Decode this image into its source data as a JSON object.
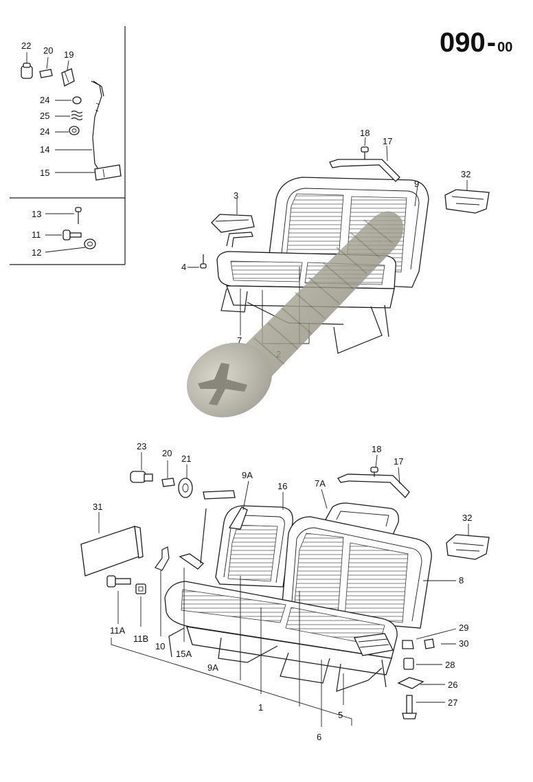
{
  "diagram_code": {
    "main": "090",
    "dash": "-",
    "sub": "00"
  },
  "labels_inset": {
    "p22": "22",
    "p20": "20",
    "p19": "19",
    "p24a": "24",
    "p25": "25",
    "p24b": "24",
    "p14": "14",
    "p15": "15",
    "p13": "13",
    "p11": "11",
    "p12": "12"
  },
  "labels_upper": {
    "p18": "18",
    "p17": "17",
    "p32": "32",
    "p9": "9",
    "p3": "3",
    "p4": "4",
    "p7": "7",
    "p2": "2"
  },
  "labels_lower": {
    "p23": "23",
    "p20": "20",
    "p21": "21",
    "p18": "18",
    "p17": "17",
    "p9A_top": "9A",
    "p16": "16",
    "p7A": "7A",
    "p31": "31",
    "p32": "32",
    "p8": "8",
    "p29": "29",
    "p30": "30",
    "p28": "28",
    "p26": "26",
    "p27": "27",
    "p11A": "11A",
    "p11B": "11B",
    "p10": "10",
    "p15A": "15A",
    "p9A_bottom": "9A",
    "p1": "1",
    "p5": "5",
    "p6": "6"
  },
  "colors": {
    "line": "#1a1a1a",
    "screw_overlay": "#a8a697"
  }
}
